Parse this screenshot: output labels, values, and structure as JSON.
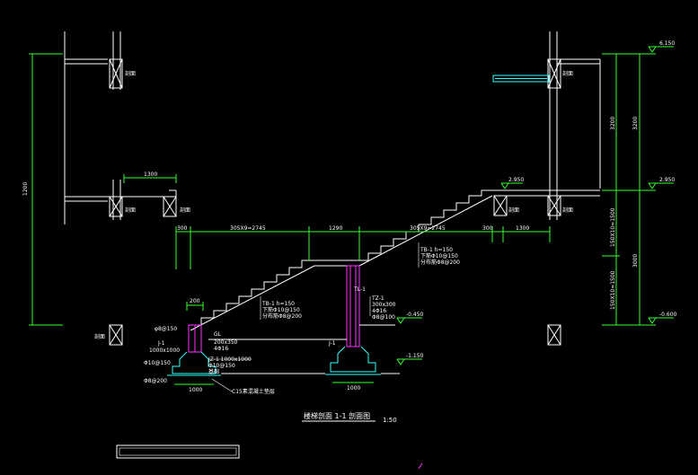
{
  "colors": {
    "background": "#000000",
    "structure": "#ffffff",
    "dimension": "#33ff33",
    "column": "#ff33ff",
    "foundation": "#33ffff",
    "label": "#ffff66"
  },
  "drawing": {
    "title": "楼梯剖面 1-1 剖面图",
    "scale": "1:50"
  },
  "dims": {
    "top_span": "300",
    "flight_left": "305X9=2745",
    "mid_span": "1290",
    "flight_right": "305X9=2745",
    "right_gap": "300",
    "right_span": "1300",
    "landing_top": "1300",
    "left_height": "1200",
    "right_upper_1": "3200",
    "right_upper_2": "3200",
    "right_mid": "150X10=1500",
    "right_low": "150X10=1500",
    "right_total": "3000",
    "col_top": "200",
    "foot_w_left": "1000",
    "foot_w_right": "1000"
  },
  "elevations": {
    "top": "6.150",
    "upper": "2.950",
    "upper_right": "2.950",
    "ground": "-0.450",
    "ground_right": "-0.600",
    "foundation": "-1.150"
  },
  "labels": {
    "wall_a": "剖面",
    "wall_b": "剖面",
    "wall_c": "剖面",
    "wall_d": "剖面",
    "wall_e": "剖面",
    "wall_f": "剖面",
    "wall_g": "剖面",
    "tb1_title": "TB-1 h=150",
    "tb1_line2": "下筋Φ10@150",
    "tb1_line3": "分布筋Φ8@200",
    "tb2_title": "TB-1 h=150",
    "tb2_line2": "下筋Φ10@150",
    "tb2_line3": "分布筋Φ8@200",
    "tl1": "TL-1",
    "tz1_a": "TZ-1",
    "tz1_b": "300x300",
    "tz1_c": "4Φ16",
    "tz1_d": "Φ8@100",
    "gl_left": "GL",
    "gl_a": "200x350",
    "gl_b": "4Φ16",
    "j1": "J-1",
    "j1_a": "JZ-1 1000x1000",
    "j1_b": "Φ10@150",
    "j1_c": "C15素混凝土垫层",
    "j1_d": "基础",
    "j2": "J-1",
    "left_note_1": "φ8@150",
    "left_note_2": "1000x1000",
    "left_note_3": "Φ10@150",
    "left_note_4": "Φ8@200"
  }
}
